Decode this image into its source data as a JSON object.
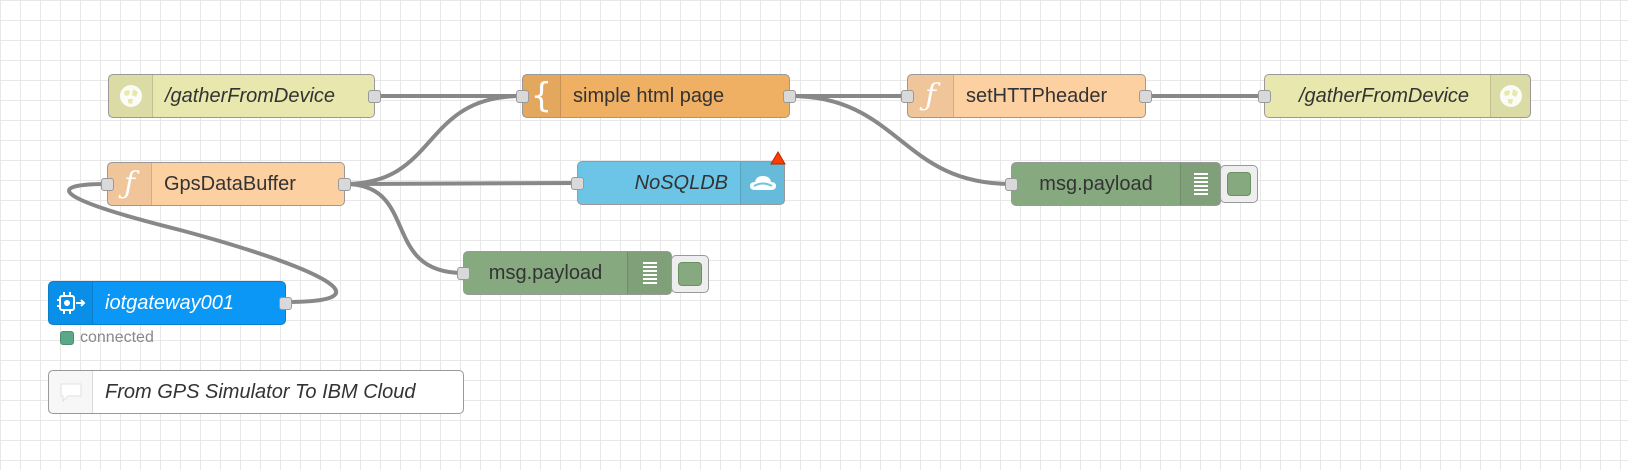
{
  "nodes": {
    "http_in_label": "/gatherFromDevice",
    "template_label": "simple html page",
    "function_header_label": "setHTTPheader",
    "http_response_label": "/gatherFromDevice",
    "gps_buffer_label": "GpsDataBuffer",
    "nosql_label": "NoSQLDB",
    "debug_right_label": "msg.payload",
    "debug_bottom_label": "msg.payload",
    "iot_label": "iotgateway001",
    "iot_status": "connected",
    "comment_label": "From GPS Simulator To IBM Cloud"
  },
  "icons": {
    "http_in": "globe-icon",
    "template": "curly-brace-icon",
    "function": "function-icon",
    "http_response": "globe-icon",
    "nosql": "cloud-icon",
    "debug": "list-icon",
    "iot": "chip-gateway-icon",
    "comment": "speech-bubble-icon",
    "warning": "warning-triangle-icon"
  },
  "colors": {
    "http": "#e7e7ae",
    "template": "#f0b063",
    "function": "#fdd0a2",
    "nosql": "#6cc5e6",
    "debug": "#87a980",
    "iot": "#0a97f5",
    "comment": "#ffffff",
    "status_connected": "#5ba888",
    "wire": "#888888",
    "warning": "#ff3b00"
  }
}
